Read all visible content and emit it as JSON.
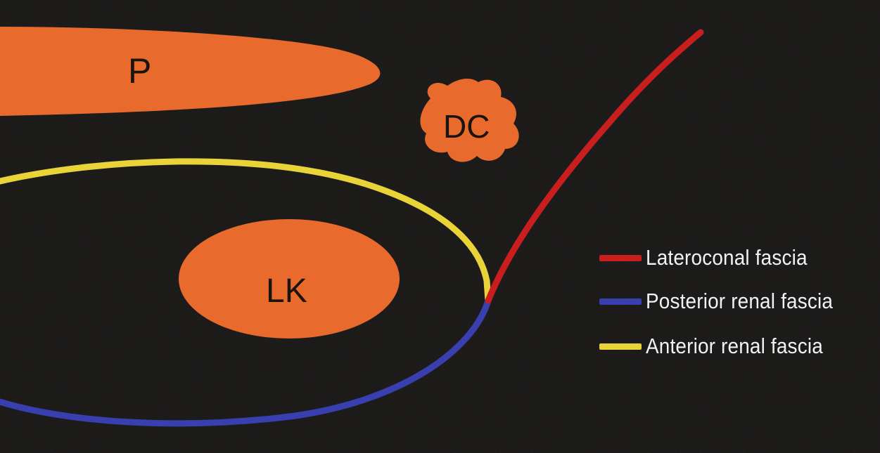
{
  "organs": {
    "psoas": {
      "label": "P"
    },
    "descending_colon": {
      "label": "DC"
    },
    "left_kidney": {
      "label": "LK"
    }
  },
  "colors": {
    "background": "#161514",
    "organ_fill": "#e86a2c",
    "lateroconal": "#c81e1e",
    "posterior": "#3a3fb0",
    "anterior": "#e8d338",
    "label_text": "#f2f2f2"
  },
  "legend": [
    {
      "label": "Lateroconal fascia",
      "color": "#c81e1e"
    },
    {
      "label": "Posterior renal fascia",
      "color": "#3a3fb0"
    },
    {
      "label": "Anterior renal fascia",
      "color": "#e8d338"
    }
  ]
}
